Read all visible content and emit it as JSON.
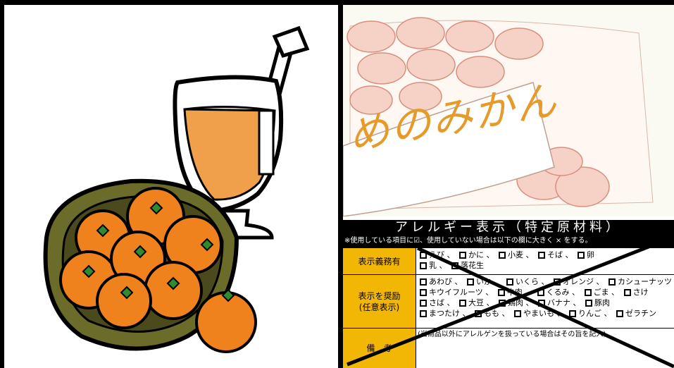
{
  "photo": {
    "caption": "めのみかん"
  },
  "allergy": {
    "title": "アレルギー表示（特定原材料）",
    "note": "※使用している項目に☑、使用していない場合は以下の欄に大きく × をする。",
    "mandatory": {
      "label": "表示義務有",
      "lines": [
        [
          "えび 、",
          "かに 、",
          "小麦 、",
          "そば 、",
          "卵"
        ],
        [
          "乳 、",
          "落花生"
        ]
      ]
    },
    "recommended": {
      "label_line1": "表示を奨励",
      "label_line2": "(任意表示)",
      "lines": [
        [
          "あわび 、",
          "いか 、",
          "いくら 、",
          "オレンジ 、",
          "カシューナッツ"
        ],
        [
          "キウイフルーツ 、",
          "牛肉 、",
          "くるみ 、",
          "ごま 、",
          "さけ"
        ],
        [
          "さば 、",
          "大豆 、",
          "鶏肉 、",
          "バナナ 、",
          "豚肉"
        ],
        [
          "まつたけ 、",
          "もも 、",
          "やまいも 、",
          "りんご 、",
          "ゼラチン"
        ]
      ]
    },
    "remarks": {
      "label": "備　考",
      "text": "(当商品以外にアレルゲンを扱っている場合はその旨を記入)"
    }
  }
}
